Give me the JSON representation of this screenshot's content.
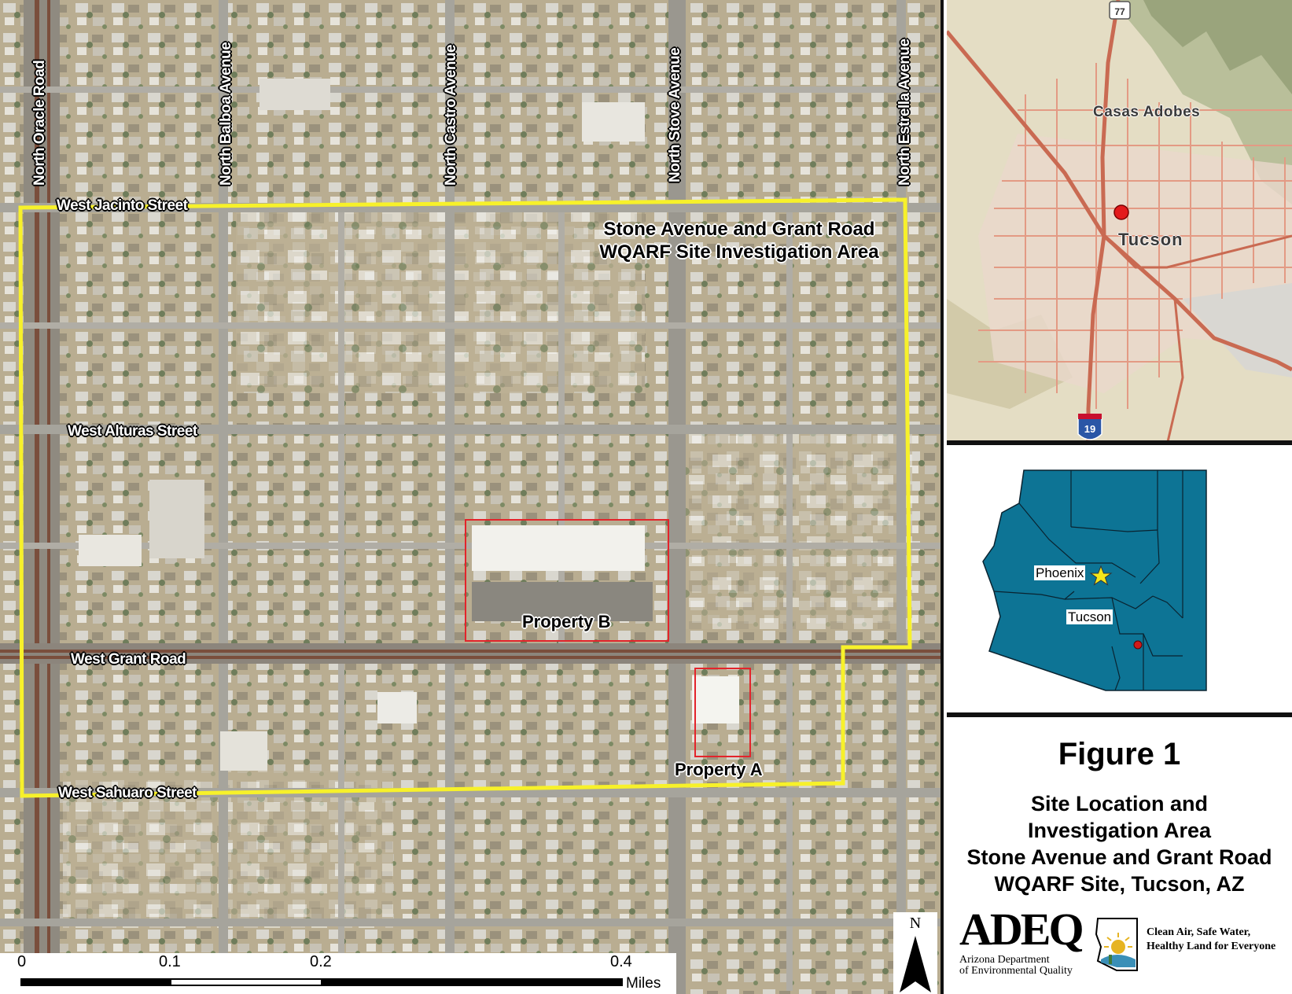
{
  "main_map": {
    "streets_vertical": [
      "North Oracle Road",
      "North Balboa Avenue",
      "North Castro Avenue",
      "North Stove Avenue",
      "North Estrella Avenue"
    ],
    "streets_horizontal": [
      "West Jacinto Street",
      "West Alturas Street",
      "West Grant Road",
      "West Sahuaro Street"
    ],
    "area_title": [
      "Stone Avenue and Grant Road",
      "WQARF Site Investigation Area"
    ],
    "property_a": "Property A",
    "property_b": "Property B",
    "area_boundary_color": "#f7f12a",
    "property_outline_color": "#e3242b"
  },
  "scale_bar": {
    "ticks": [
      "0",
      "0.1",
      "0.2",
      "0.4"
    ],
    "unit": "Miles"
  },
  "north_arrow": "N",
  "locator_map": {
    "places": [
      "Casas Adobes",
      "Tucson"
    ],
    "shields": [
      "77",
      "19"
    ],
    "marker_color": "#e31a1c"
  },
  "state_inset": {
    "cities": [
      "Phoenix",
      "Tucson"
    ],
    "fill_color": "#0d7495",
    "star_color": "#f5e61a"
  },
  "title_block": {
    "figure": "Figure 1",
    "subtitle": [
      "Site Location and",
      "Investigation Area",
      "Stone Avenue and Grant Road",
      "WQARF Site, Tucson, AZ"
    ]
  },
  "logo": {
    "letters": "ADEQ",
    "name": [
      "Arizona Department",
      "of Environmental Quality"
    ],
    "tagline": [
      "Clean Air, Safe Water,",
      "Healthy Land for Everyone"
    ]
  }
}
